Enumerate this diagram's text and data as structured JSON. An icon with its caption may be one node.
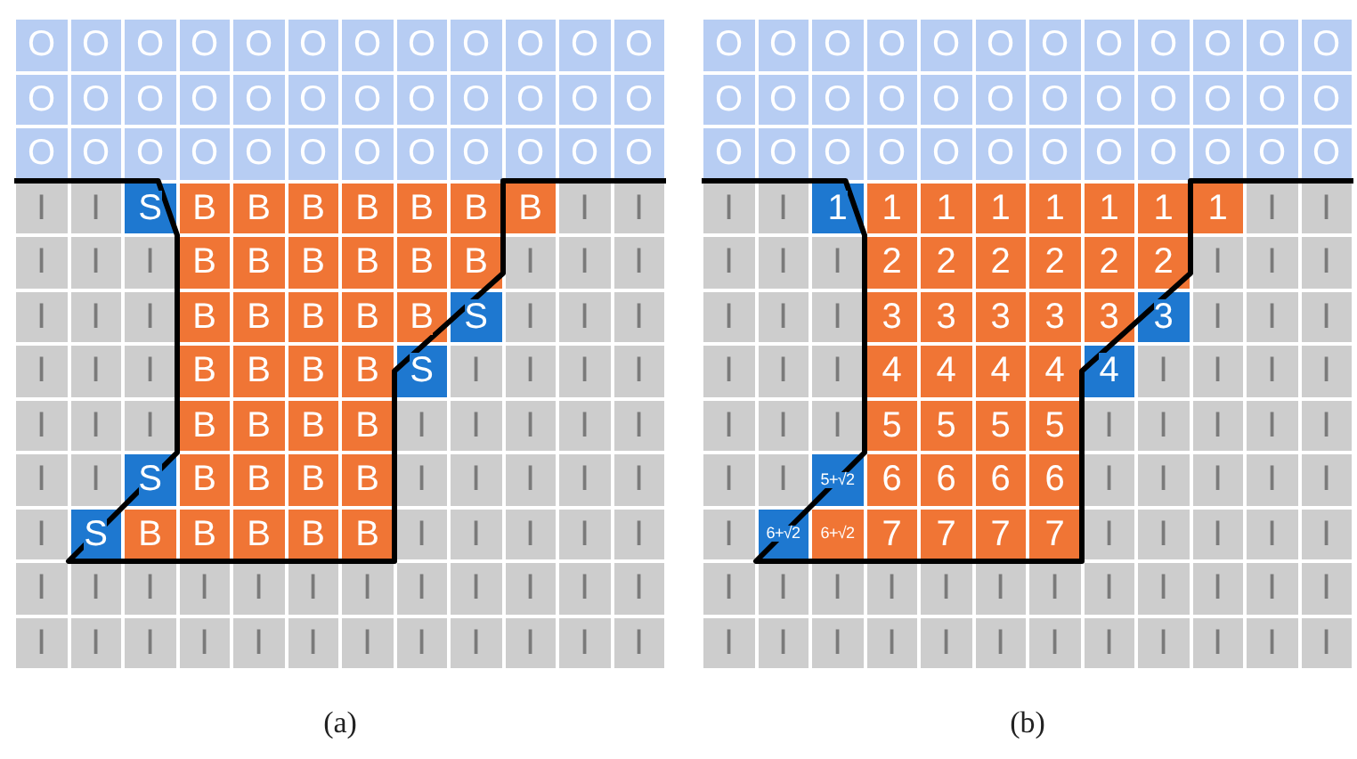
{
  "diagram": {
    "labels": [
      "O",
      "O",
      "O",
      "O",
      "O",
      "O",
      "O",
      "O",
      "O",
      "O",
      "O",
      "O",
      "O",
      "O",
      "O",
      "O",
      "O",
      "O",
      "O",
      "O",
      "O",
      "O",
      "O",
      "O",
      "O",
      "O",
      "O",
      "O",
      "O",
      "O",
      "O",
      "O",
      "O",
      "O",
      "O",
      "O",
      "I",
      "I",
      "S",
      "B",
      "B",
      "B",
      "B",
      "B",
      "B",
      "B",
      "I",
      "I",
      "I",
      "I",
      "I",
      "B",
      "B",
      "B",
      "B",
      "B",
      "B",
      "I",
      "I",
      "I",
      "I",
      "I",
      "I",
      "B",
      "B",
      "B",
      "B",
      "B",
      "S",
      "I",
      "I",
      "I",
      "I",
      "I",
      "I",
      "B",
      "B",
      "B",
      "B",
      "S",
      "I",
      "I",
      "I",
      "I",
      "I",
      "I",
      "I",
      "B",
      "B",
      "B",
      "B",
      "I",
      "I",
      "I",
      "I",
      "I",
      "I",
      "I",
      "S",
      "B",
      "B",
      "B",
      "B",
      "I",
      "I",
      "I",
      "I",
      "I",
      "I",
      "S",
      "B",
      "B",
      "B",
      "B",
      "B",
      "I",
      "I",
      "I",
      "I",
      "I",
      "I",
      "I",
      "I",
      "I",
      "I",
      "I",
      "I",
      "I",
      "I",
      "I",
      "I",
      "I",
      "I",
      "I",
      "I",
      "I",
      "I",
      "I",
      "I",
      "I",
      "I",
      "I",
      "I",
      "I",
      "O",
      "O",
      "O",
      "O",
      "O",
      "O",
      "O",
      "O",
      "O",
      "O",
      "O",
      "O",
      "O",
      "O",
      "O",
      "O",
      "O",
      "O",
      "O",
      "O",
      "O",
      "O",
      "O",
      "O",
      "O",
      "O",
      "O",
      "O",
      "O",
      "O",
      "O",
      "O",
      "O",
      "O",
      "O",
      "O",
      "I",
      "I",
      "1",
      "1",
      "1",
      "1",
      "1",
      "1",
      "1",
      "1",
      "I",
      "I",
      "I",
      "I",
      "I",
      "2",
      "2",
      "2",
      "2",
      "2",
      "2",
      "I",
      "I",
      "I",
      "I",
      "I",
      "I",
      "3",
      "3",
      "3",
      "3",
      "3",
      "3",
      "I",
      "I",
      "I",
      "I",
      "I",
      "I",
      "4",
      "4",
      "4",
      "4",
      "4",
      "I",
      "I",
      "I",
      "I",
      "I",
      "I",
      "I",
      "5",
      "5",
      "5",
      "5",
      "I",
      "I",
      "I",
      "I",
      "I",
      "I",
      "I",
      "5+√2",
      "6",
      "6",
      "6",
      "6",
      "I",
      "I",
      "I",
      "I",
      "I",
      "I",
      "6+√2",
      "6+√2",
      "7",
      "7",
      "7",
      "7",
      "I",
      "I",
      "I",
      "I",
      "I",
      "I",
      "I",
      "I",
      "I",
      "I",
      "I",
      "I",
      "I",
      "I",
      "I",
      "I",
      "I",
      "I",
      "I",
      "I",
      "I",
      "I",
      "I",
      "I",
      "I",
      "I",
      "I",
      "I",
      "I",
      "(a)",
      "(b)"
    ]
  }
}
